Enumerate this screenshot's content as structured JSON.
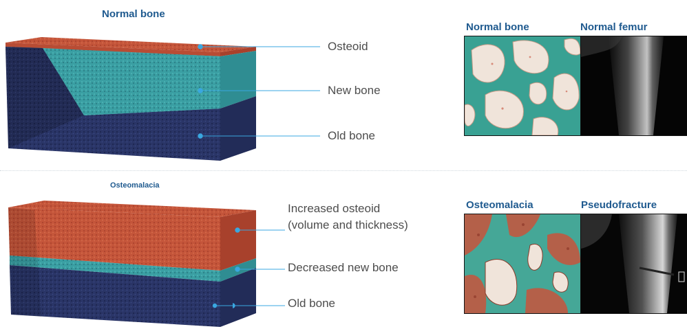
{
  "top": {
    "title": "Normal bone",
    "labels": {
      "osteoid": "Osteoid",
      "new_bone": "New bone",
      "old_bone": "Old bone"
    },
    "panel_titles": {
      "histology": "Normal bone",
      "xray": "Normal femur"
    }
  },
  "bottom": {
    "title": "Osteomalacia",
    "labels": {
      "osteoid_line1": "Increased osteoid",
      "osteoid_line2": "(volume and thickness)",
      "new_bone": "Decreased new bone",
      "old_bone": "Old bone"
    },
    "panel_titles": {
      "histology": "Osteomalacia",
      "xray": "Pseudofracture"
    }
  },
  "colors": {
    "accent": "#1f5a8f",
    "osteoid": "#c4553a",
    "new_bone": "#3a9fa3",
    "old_bone": "#2a3567",
    "pointer": "#3aa7e0"
  }
}
